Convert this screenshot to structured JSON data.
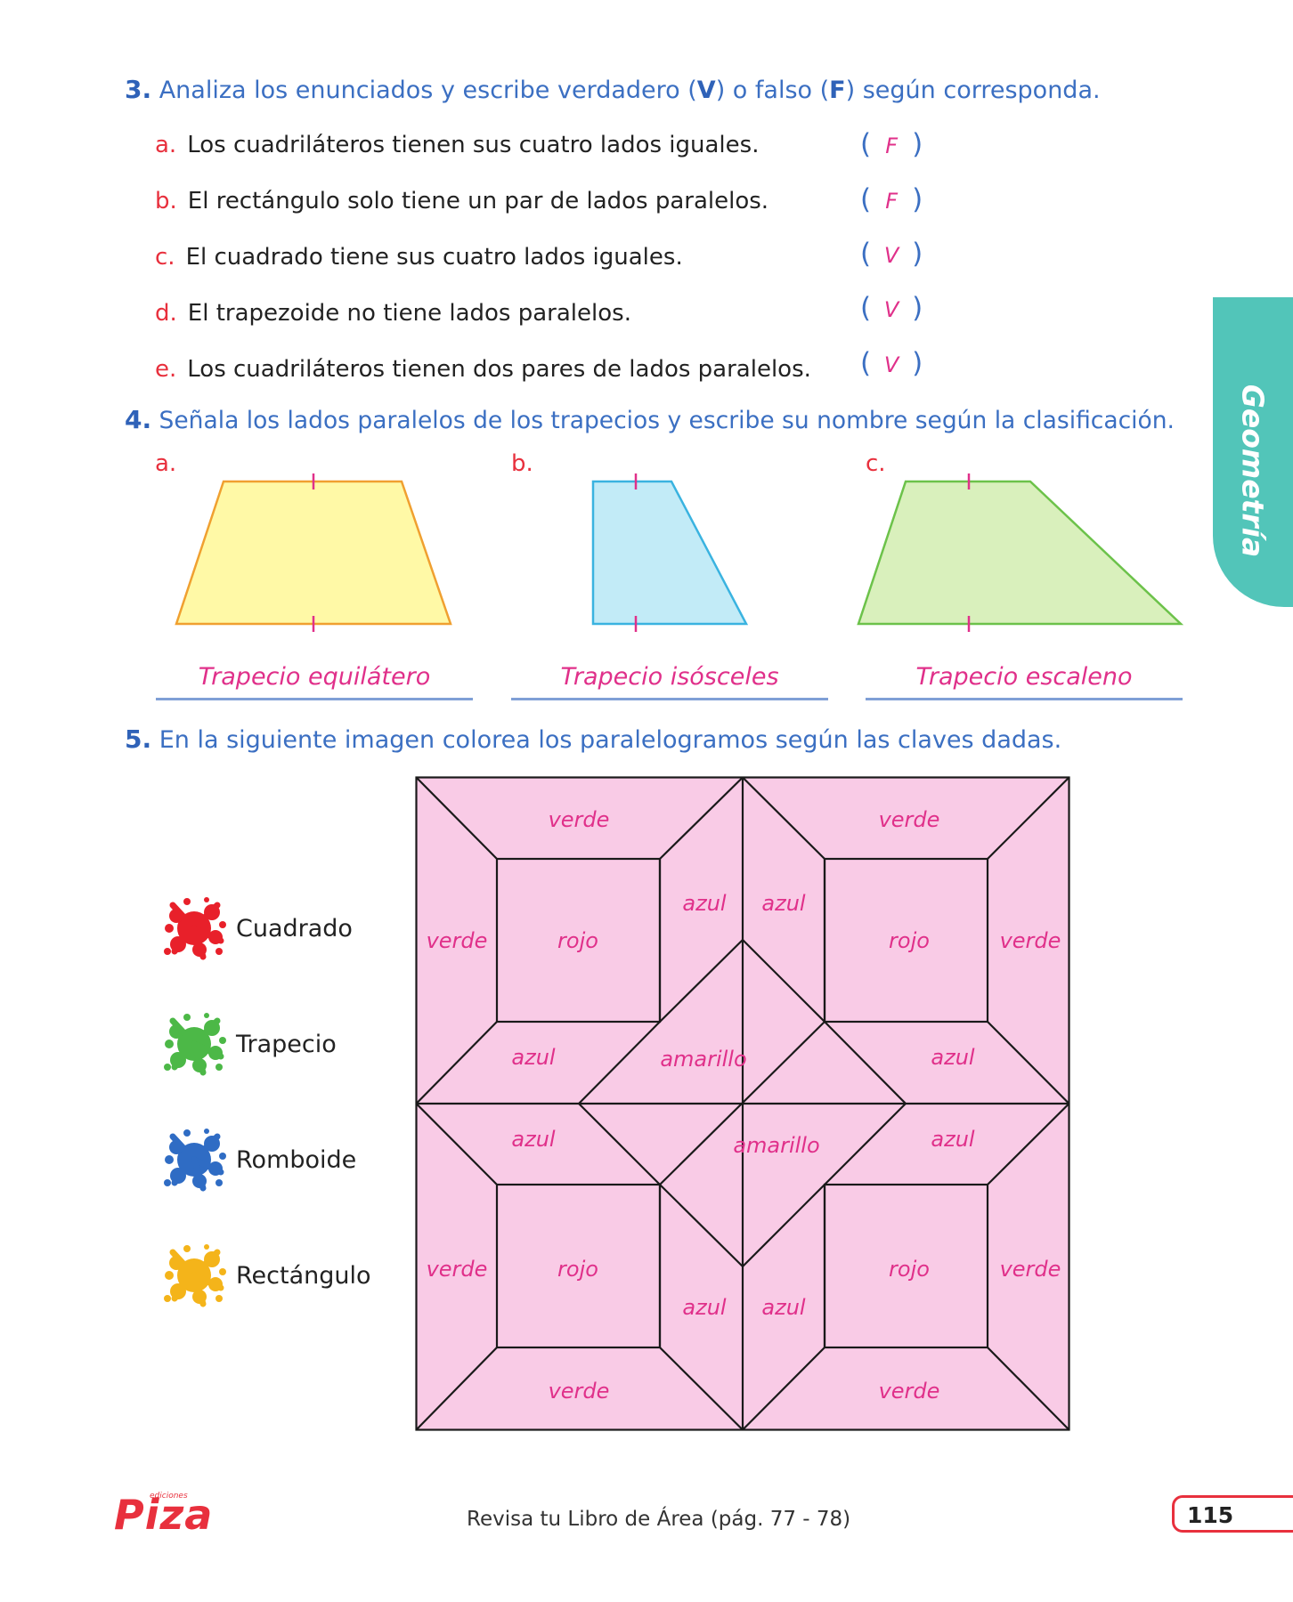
{
  "q3": {
    "number": "3.",
    "title_part1": " Analiza los enunciados y escribe verdadero (",
    "v_letter": "V",
    "title_part2": ") o falso (",
    "f_letter": "F",
    "title_part3": ") según corresponda.",
    "items": [
      {
        "letter": "a.",
        "text": "Los cuadriláteros tienen sus cuatro lados iguales.",
        "answer": "F"
      },
      {
        "letter": "b.",
        "text": "El rectángulo solo tiene un par de lados paralelos.",
        "answer": "F"
      },
      {
        "letter": "c.",
        "text": "El cuadrado tiene sus cuatro lados iguales.",
        "answer": "V"
      },
      {
        "letter": "d.",
        "text": "El trapezoide no tiene lados paralelos.",
        "answer": "V"
      },
      {
        "letter": "e.",
        "text": "Los cuadriláteros tienen dos pares de lados paralelos.",
        "answer": "V"
      }
    ],
    "paren_open": "(",
    "paren_close": ")"
  },
  "q4": {
    "number": "4.",
    "title": " Señala los lados paralelos de los trapecios y escribe su nombre según la clasificación.",
    "figures": [
      {
        "letter": "a.",
        "name": "Trapecio equilátero",
        "fill": "#fff9a6",
        "stroke": "#f0a030"
      },
      {
        "letter": "b.",
        "name": "Trapecio isósceles",
        "fill": "#c2ebf7",
        "stroke": "#3ab3e0"
      },
      {
        "letter": "c.",
        "name": "Trapecio escaleno",
        "fill": "#d9f0bc",
        "stroke": "#6cc24a"
      }
    ]
  },
  "q5": {
    "number": "5.",
    "title": " En la siguiente imagen colorea los paralelogramos según las claves dadas.",
    "legend": [
      {
        "label": "Cuadrado",
        "color": "#e8202a"
      },
      {
        "label": "Trapecio",
        "color": "#4cb847"
      },
      {
        "label": "Romboide",
        "color": "#2f6cc4"
      },
      {
        "label": "Rectángulo",
        "color": "#f4b41a"
      }
    ],
    "mosaic": {
      "fill": "#f9cbe6",
      "label_color": "#e0308a",
      "labels": {
        "verde": "verde",
        "rojo": "rojo",
        "azul": "azul",
        "amarillo": "amarillo"
      }
    }
  },
  "side_tab": {
    "text": "Geometría",
    "color": "#52c5b9"
  },
  "footer": {
    "logo": "Piza",
    "logo_small": "ediciones",
    "note": "Revisa tu Libro de Área (pág. 77 - 78)",
    "page_number": "115"
  }
}
